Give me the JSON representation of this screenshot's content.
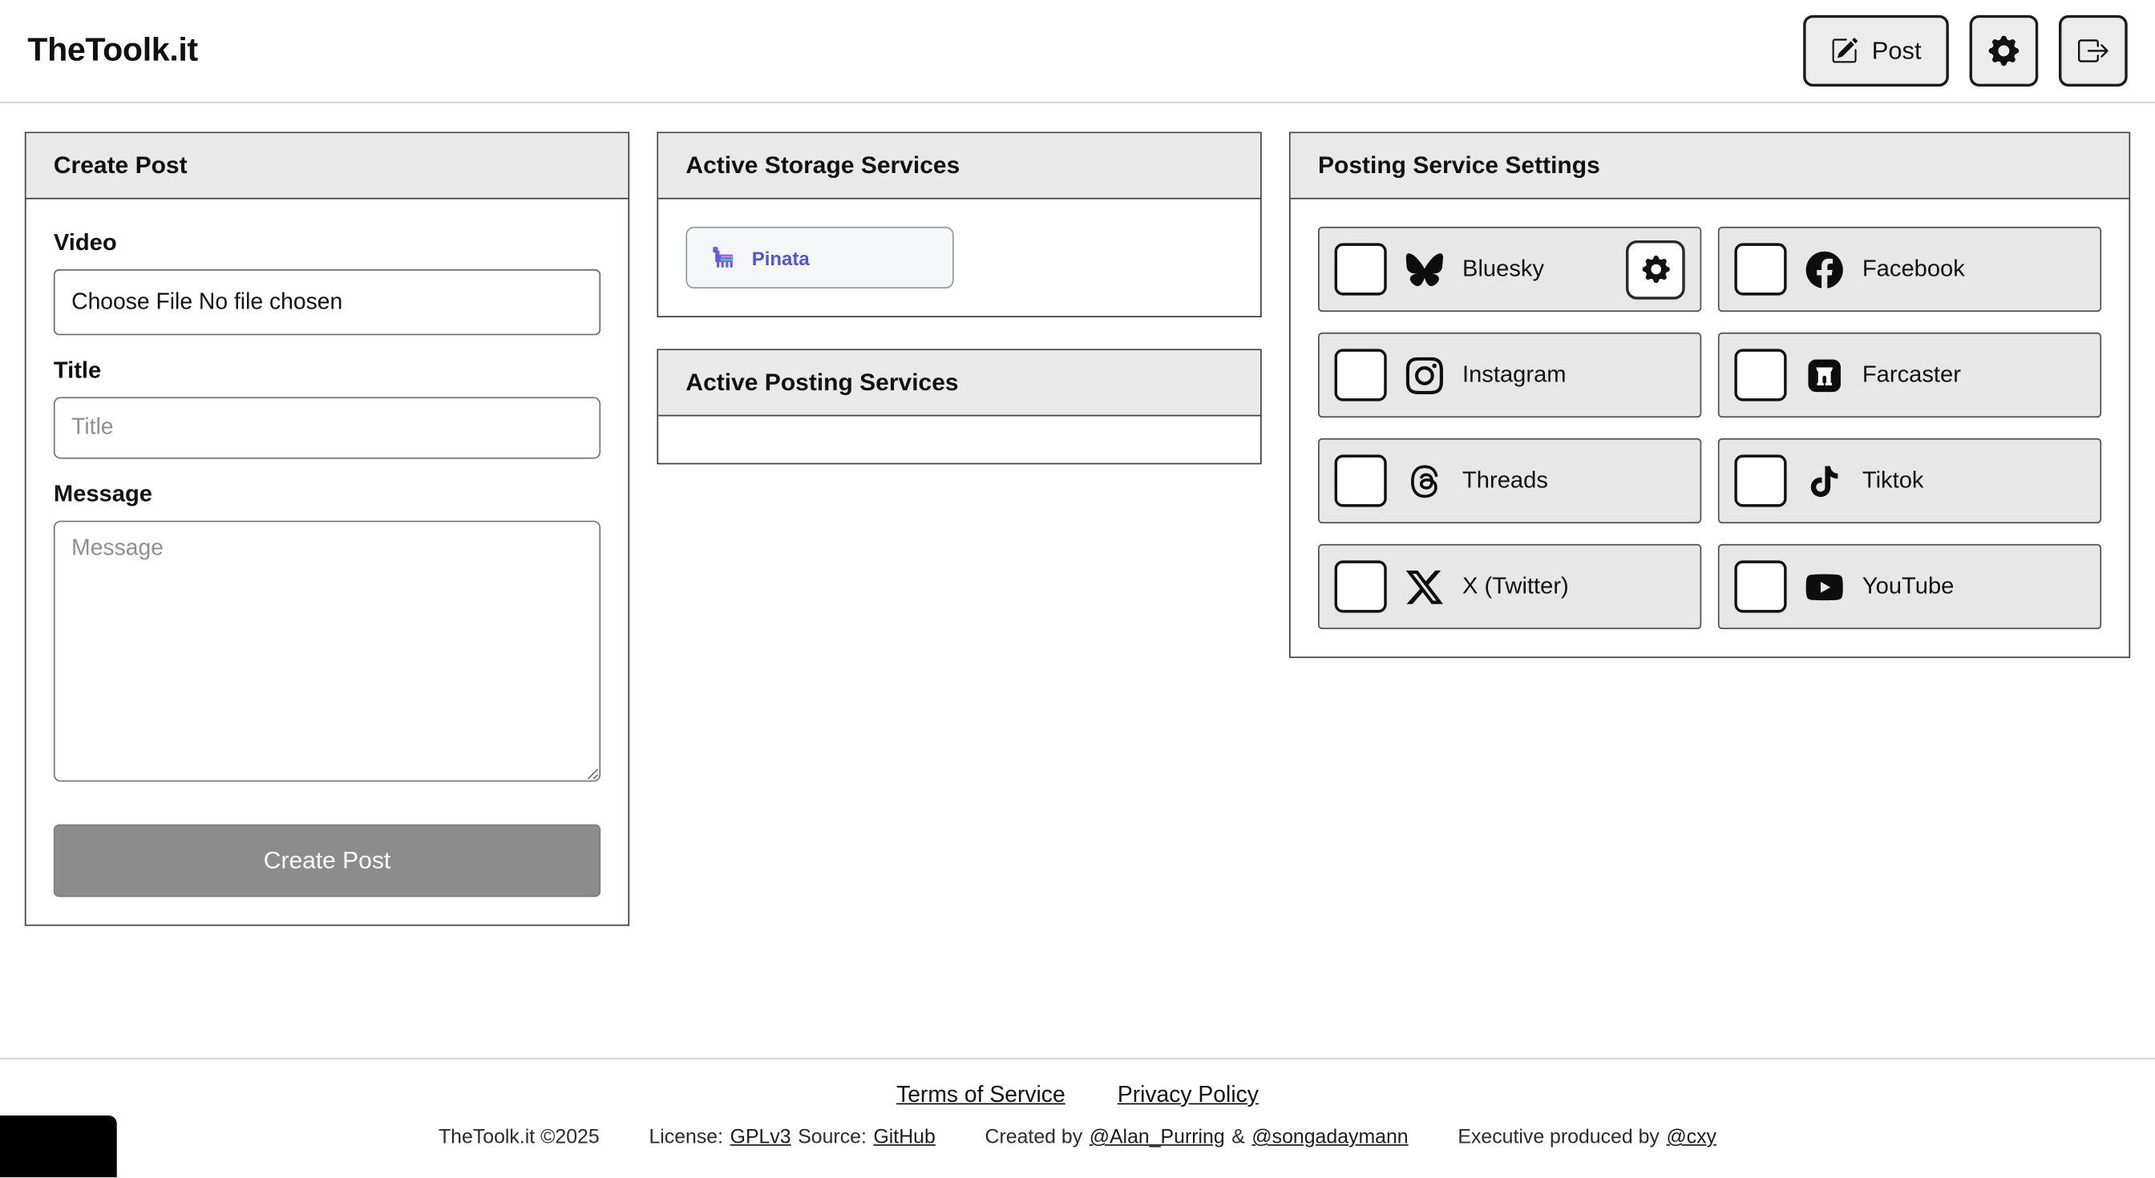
{
  "header": {
    "title": "TheToolk.it",
    "post_button_label": "Post"
  },
  "create_post": {
    "card_title": "Create Post",
    "video_label": "Video",
    "file_input_text": "Choose File No file chosen",
    "title_label": "Title",
    "title_placeholder": "Title",
    "message_label": "Message",
    "message_placeholder": "Message",
    "submit_label": "Create Post"
  },
  "storage_services": {
    "card_title": "Active Storage Services",
    "services": [
      {
        "label": "Pinata",
        "icon": "pinata-icon",
        "accent_color": "#5156d6"
      }
    ]
  },
  "posting_services": {
    "card_title": "Active Posting Services"
  },
  "service_settings": {
    "card_title": "Posting Service Settings",
    "services": [
      {
        "label": "Bluesky",
        "icon": "bluesky-icon",
        "checked": false,
        "has_settings_button": true
      },
      {
        "label": "Facebook",
        "icon": "facebook-icon",
        "checked": false
      },
      {
        "label": "Instagram",
        "icon": "instagram-icon",
        "checked": false
      },
      {
        "label": "Farcaster",
        "icon": "farcaster-icon",
        "checked": false
      },
      {
        "label": "Threads",
        "icon": "threads-icon",
        "checked": false
      },
      {
        "label": "Tiktok",
        "icon": "tiktok-icon",
        "checked": false
      },
      {
        "label": "X (Twitter)",
        "icon": "x-twitter-icon",
        "checked": false
      },
      {
        "label": "YouTube",
        "icon": "youtube-icon",
        "checked": false
      }
    ]
  },
  "footer": {
    "terms_link": "Terms of Service",
    "privacy_link": "Privacy Policy",
    "copyright": "TheToolk.it ©2025",
    "license_label": "License:",
    "license_link": "GPLv3",
    "source_label": "Source:",
    "source_link": "GitHub",
    "created_by_label": "Created by",
    "creator_primary": "@Alan_Purring",
    "creators_separator": "&",
    "creator_secondary": "@songadaymann",
    "produced_by_label": "Executive produced by",
    "producer": "@cxy"
  }
}
